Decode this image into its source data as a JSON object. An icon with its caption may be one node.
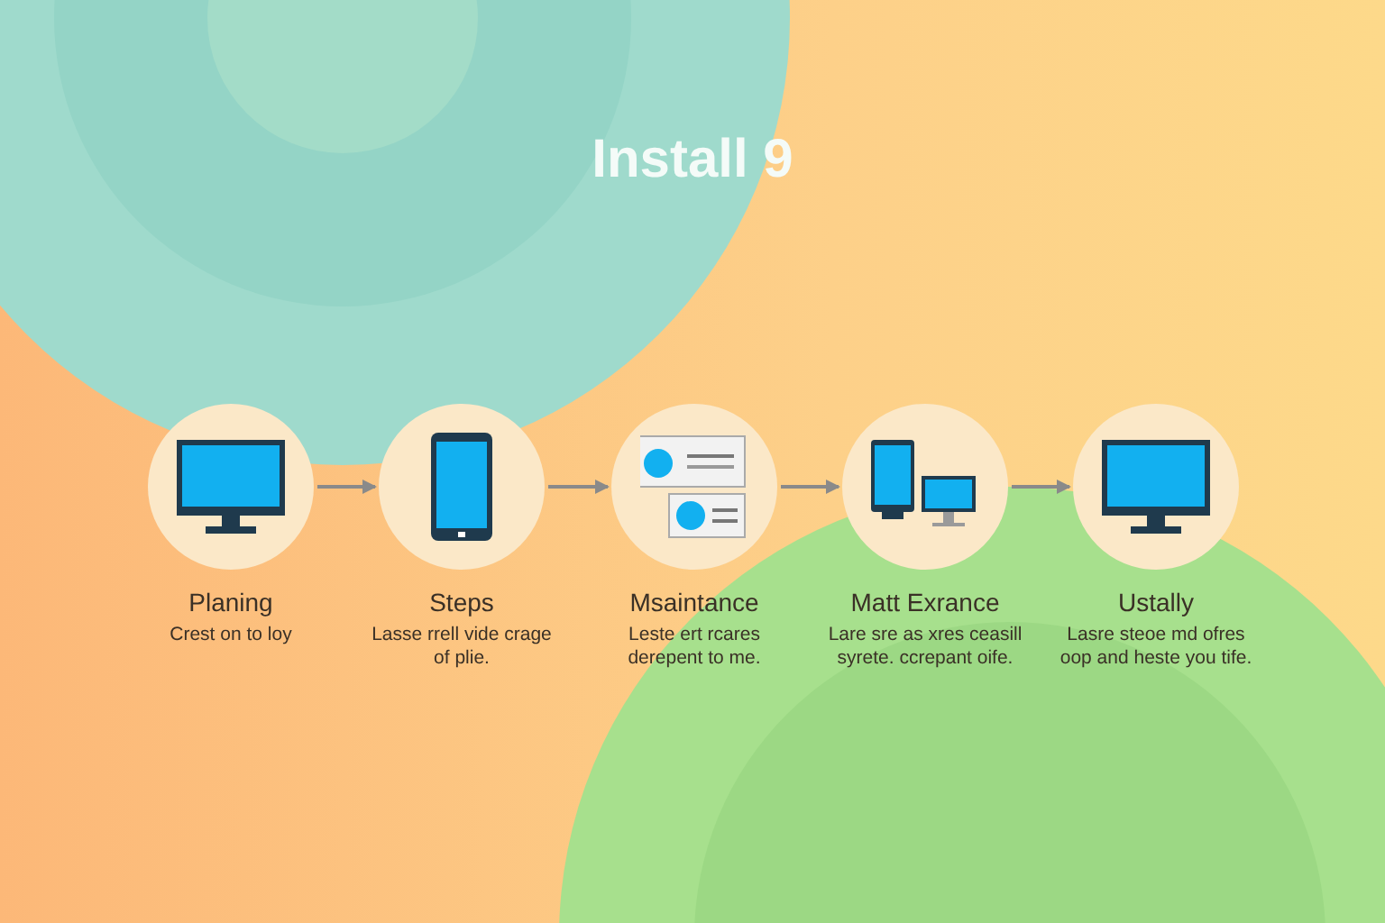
{
  "diagram": {
    "title": "Install 9",
    "nodes": [
      {
        "text": [
          "Planing",
          "Crest on to loy"
        ]
      },
      {
        "text": [
          "Steps",
          "Lasse rrell vide crage of plie."
        ]
      },
      {
        "text": [
          "Msaintance",
          "Leste ert rcares derepent to me."
        ]
      },
      {
        "text": [
          "Matt Exrance",
          "Lare sre as xres ceasill syrete. ccrepant oife."
        ]
      },
      {
        "text": [
          "Ustally",
          "Lasre steoe md ofres oop and heste you tife."
        ]
      }
    ],
    "edges": [
      {
        "from": 0,
        "to": 1,
        "arrow": "to"
      },
      {
        "from": 1,
        "to": 2,
        "arrow": "to"
      },
      {
        "from": 2,
        "to": 3,
        "arrow": "to"
      },
      {
        "from": 3,
        "to": 4,
        "arrow": "to"
      }
    ]
  }
}
